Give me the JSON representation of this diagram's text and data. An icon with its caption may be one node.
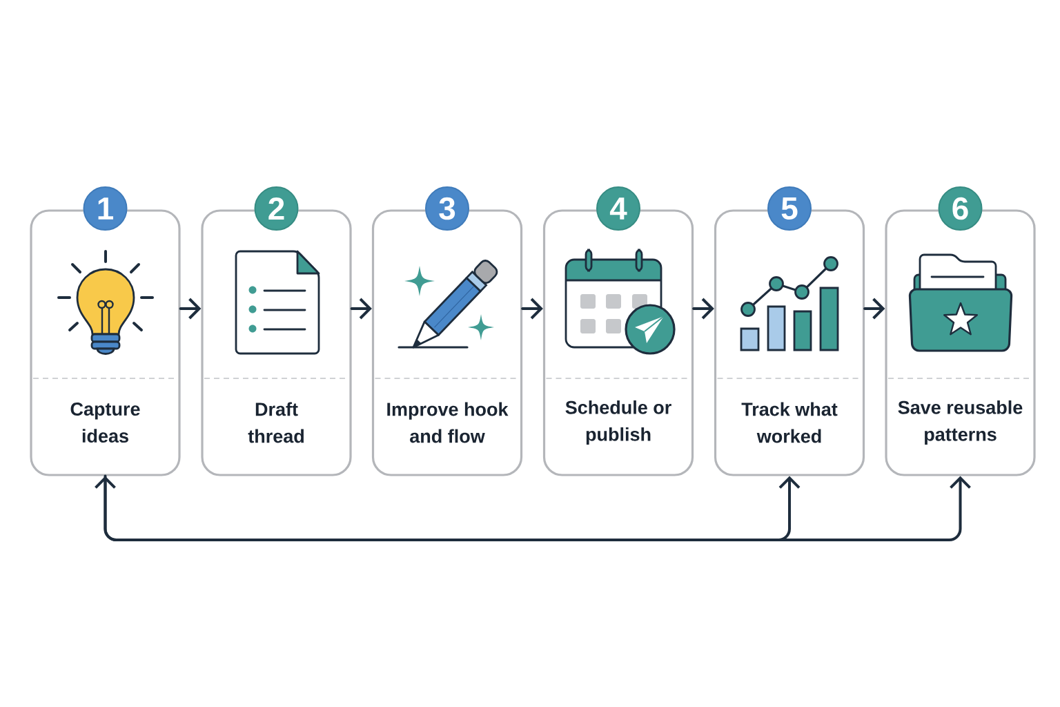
{
  "diagram": {
    "nodes": [
      {
        "text": [
          "1"
        ]
      },
      {
        "text": [
          "Capture ideas"
        ]
      },
      {
        "text": [
          "2"
        ]
      },
      {
        "text": [
          "Draft thread"
        ]
      },
      {
        "text": [
          "3"
        ]
      },
      {
        "text": [
          "Improve hook and flow"
        ]
      },
      {
        "text": [
          "4"
        ]
      },
      {
        "text": [
          "Schedule or publish"
        ]
      },
      {
        "text": [
          "5"
        ]
      },
      {
        "text": [
          "Track what worked"
        ]
      },
      {
        "text": [
          "6"
        ]
      },
      {
        "text": [
          "Save reusable patterns"
        ]
      }
    ],
    "edges": [
      {
        "from": 1,
        "to": 3,
        "arrow": "to"
      },
      {
        "from": 3,
        "to": 5,
        "arrow": "to"
      },
      {
        "from": 5,
        "to": 7,
        "arrow": "to"
      },
      {
        "from": 7,
        "to": 9,
        "arrow": "to"
      },
      {
        "from": 9,
        "to": 11,
        "arrow": "to"
      },
      {
        "from": 1,
        "to": 9,
        "arrow": "to"
      },
      {
        "from": 11,
        "to": 1,
        "arrow": "both"
      }
    ]
  }
}
